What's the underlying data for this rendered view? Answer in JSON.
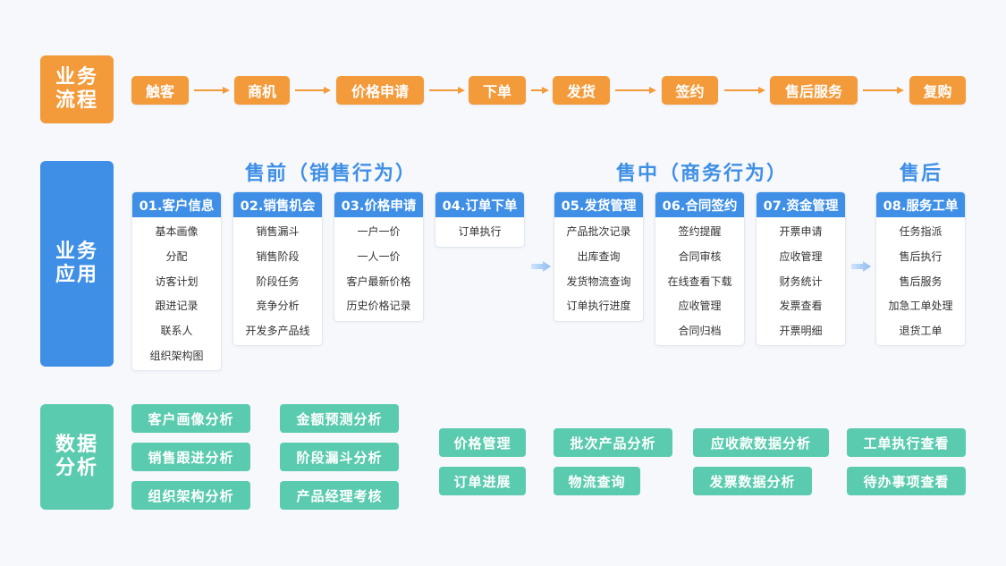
{
  "sections": {
    "process": {
      "label": "业务流程",
      "color": "#f39a3a"
    },
    "application": {
      "label": "业务应用",
      "color": "#3f8fe6"
    },
    "analysis": {
      "label": "数据分析",
      "color": "#5bcbb0"
    }
  },
  "process_steps": [
    "触客",
    "商机",
    "价格申请",
    "下单",
    "发货",
    "签约",
    "售后服务",
    "复购"
  ],
  "groups": {
    "presale": "售前（销售行为）",
    "insale": "售中（商务行为）",
    "aftersale": "售后"
  },
  "modules": [
    {
      "title": "01.客户信息",
      "items": [
        "基本画像",
        "分配",
        "访客计划",
        "跟进记录",
        "联系人",
        "组织架构图"
      ]
    },
    {
      "title": "02.销售机会",
      "items": [
        "销售漏斗",
        "销售阶段",
        "阶段任务",
        "竞争分析",
        "开发多产品线"
      ]
    },
    {
      "title": "03.价格申请",
      "items": [
        "一户一价",
        "一人一价",
        "客户最新价格",
        "历史价格记录"
      ]
    },
    {
      "title": "04.订单下单",
      "items": [
        "订单执行"
      ]
    },
    {
      "title": "05.发货管理",
      "items": [
        "产品批次记录",
        "出库查询",
        "发货物流查询",
        "订单执行进度"
      ]
    },
    {
      "title": "06.合同签约",
      "items": [
        "签约提醒",
        "合同审核",
        "在线查看下载",
        "应收管理",
        "合同归档"
      ]
    },
    {
      "title": "07.资金管理",
      "items": [
        "开票申请",
        "应收管理",
        "财务统计",
        "发票查看",
        "开票明细"
      ]
    },
    {
      "title": "08.服务工单",
      "items": [
        "任务指派",
        "售后执行",
        "售后服务",
        "加急工单处理",
        "退货工单"
      ]
    }
  ],
  "analysis": {
    "col1": [
      "客户画像分析",
      "销售跟进分析",
      "组织架构分析"
    ],
    "col2": [
      "金额预测分析",
      "阶段漏斗分析",
      "产品经理考核"
    ],
    "col3": [
      "价格管理",
      "订单进展"
    ],
    "col4": [
      "批次产品分析",
      "物流查询"
    ],
    "col5": [
      "应收款数据分析",
      "发票数据分析"
    ],
    "col6": [
      "工单执行查看",
      "待办事项查看"
    ]
  }
}
